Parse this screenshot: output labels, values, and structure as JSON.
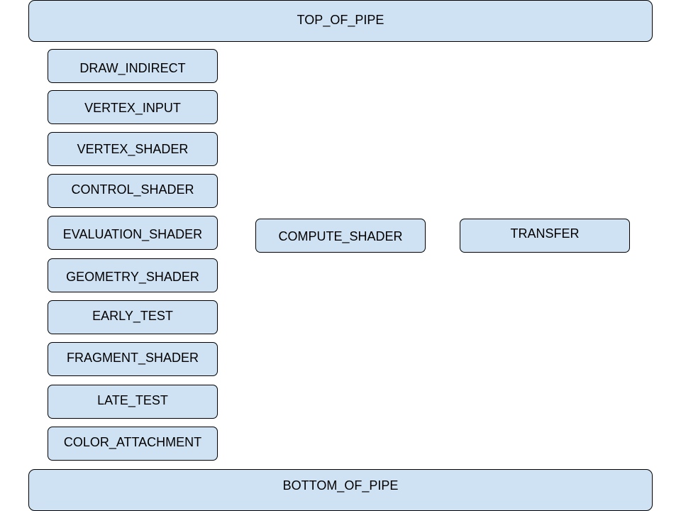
{
  "diagram": {
    "top": "TOP_OF_PIPE",
    "bottom": "BOTTOM_OF_PIPE",
    "graphics_stages": [
      "DRAW_INDIRECT",
      "VERTEX_INPUT",
      "VERTEX_SHADER",
      "CONTROL_SHADER",
      "EVALUATION_SHADER",
      "GEOMETRY_SHADER",
      "EARLY_TEST",
      "FRAGMENT_SHADER",
      "LATE_TEST",
      "COLOR_ATTACHMENT"
    ],
    "compute_stage": "COMPUTE_SHADER",
    "transfer_stage": "TRANSFER"
  },
  "colors": {
    "box_fill": "#cfe2f3",
    "box_border": "#000000",
    "text": "#000000"
  }
}
